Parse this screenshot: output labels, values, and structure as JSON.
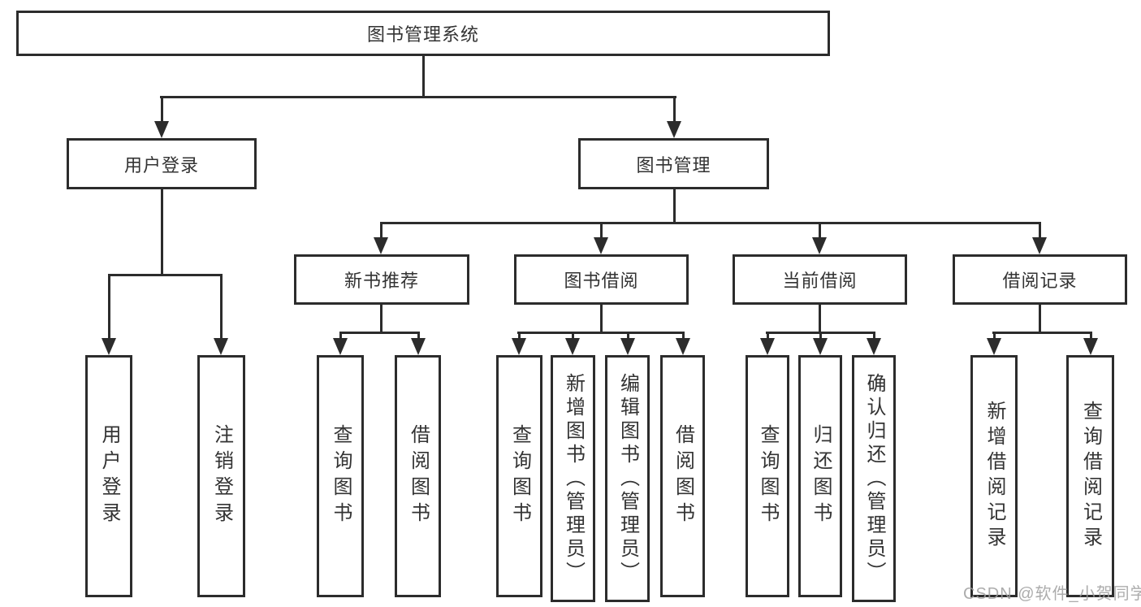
{
  "tree": {
    "root": "图书管理系统",
    "children": [
      {
        "label": "用户登录",
        "children": [
          "用户登录",
          "注销登录"
        ]
      },
      {
        "label": "图书管理",
        "children": [
          {
            "label": "新书推荐",
            "children": [
              "查询图书",
              "借阅图书"
            ]
          },
          {
            "label": "图书借阅",
            "children": [
              "查询图书",
              "新增图书（管理员）",
              "编辑图书（管理员）",
              "借阅图书"
            ]
          },
          {
            "label": "当前借阅",
            "children": [
              "查询图书",
              "归还图书",
              "确认归还（管理员）"
            ]
          },
          {
            "label": "借阅记录",
            "children": [
              "新增借阅记录",
              "查询借阅记录"
            ]
          }
        ]
      }
    ]
  },
  "watermark": {
    "text": "CSDN @软件_小贺同学"
  },
  "colors": {
    "line": "#2c2c2c",
    "text": "#333333",
    "watermark": "#9e9e9e",
    "background": "#ffffff"
  }
}
